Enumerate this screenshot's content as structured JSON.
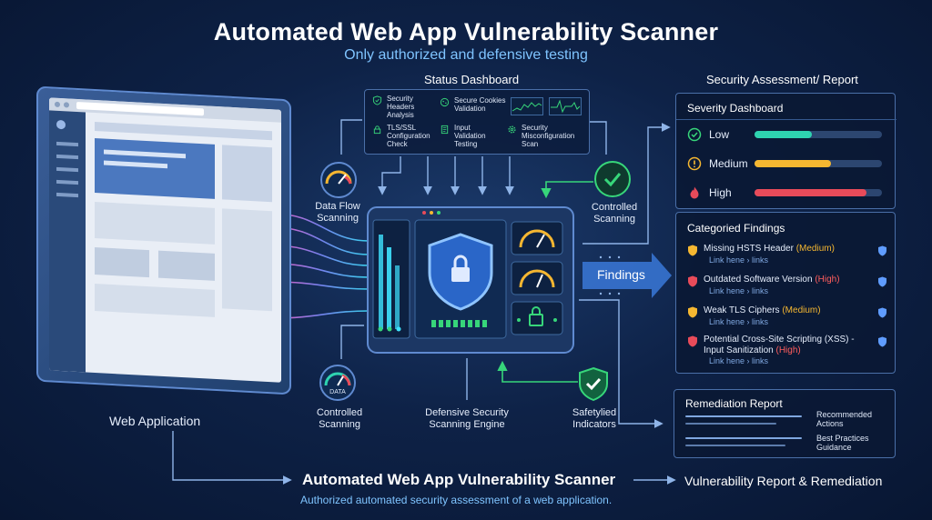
{
  "title": "Automated Web App Vulnerability Scanner",
  "subtitle": "Only authorized and defensive testing",
  "status_dashboard": {
    "title": "Status Dashboard",
    "checks": [
      "Security Headers Analysis",
      "Secure Cookies Validation",
      "TLS/SSL Configuration Check",
      "Input Validation Testing",
      "Security Misconfiguration Scan"
    ]
  },
  "labels": {
    "data_flow_scanning": "Data Flow Scanning",
    "controlled_scanning_top": "Controlled Scanning",
    "controlled_scanning_bottom": "Controlled Scanning",
    "data_gauge": "DATA",
    "engine": "Defensive Security Scanning Engine",
    "safety_indicators": "Safetylied Indicators",
    "findings_arrow": "Findings",
    "web_application": "Web Application"
  },
  "report": {
    "title": "Security Assessment/ Report",
    "severity": {
      "title": "Severity Dashboard",
      "levels": [
        {
          "label": "Low",
          "level": 0.45,
          "color": "#2ed3b0"
        },
        {
          "label": "Medium",
          "level": 0.6,
          "color": "#f5b731"
        },
        {
          "label": "High",
          "level": 0.88,
          "color": "#e84b5a"
        }
      ]
    },
    "findings": {
      "title": "Categoried Findings",
      "items": [
        {
          "name": "Missing HSTS Header",
          "severity": "(Medium)",
          "sev": "medium",
          "link": "Link hene › links"
        },
        {
          "name": "Outdated Software Version",
          "severity": "(High)",
          "sev": "high",
          "link": "Link hene › links"
        },
        {
          "name": "Weak TLS Ciphers",
          "severity": "(Medium)",
          "sev": "medium",
          "link": "Link hene › links"
        },
        {
          "name": "Potential Cross-Site Scripting (XSS) - Input Sanitization",
          "severity": "(High)",
          "sev": "high",
          "link": "Link hene › links"
        }
      ]
    },
    "remediation": {
      "title": "Remediation Report",
      "items": [
        "Recommended Actions",
        "Best Practices Guidance"
      ]
    }
  },
  "flow": {
    "bottom_title": "Automated Web App Vulnerability Scanner",
    "bottom_subtitle": "Authorized automated security assessment of a web application.",
    "report_label": "Vulnerability Report & Remediation"
  }
}
